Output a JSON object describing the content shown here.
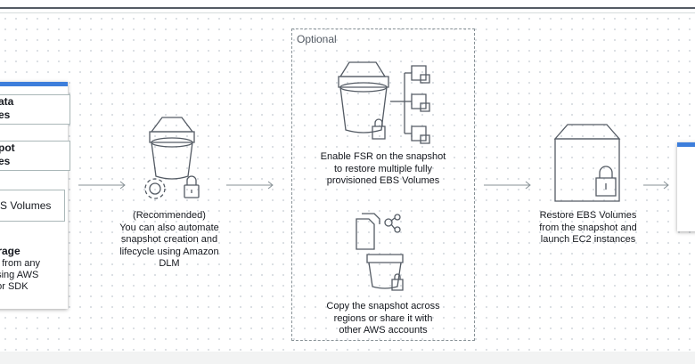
{
  "diagram": {
    "left_card": {
      "box1": "ata\nes",
      "box2": "pot\nes",
      "box3": "BS Volumes",
      "storage_title": "orage",
      "storage_lines": [
        "ot from any",
        " using AWS",
        ", or SDK"
      ]
    },
    "step_dlm": {
      "caption": "(Recommended)\nYou can also automate\nsnapshot creation and\nlifecycle using Amazon\nDLM"
    },
    "optional": {
      "label": "Optional",
      "fsr_caption": "Enable FSR on the snapshot\nto restore multiple fully\nprovisioned EBS Volumes",
      "copy_caption": "Copy the snapshot across\nregions or share it with\nother AWS accounts"
    },
    "step_restore": {
      "caption": "Restore EBS Volumes\nfrom the snapshot and\nlaunch EC2 instances"
    },
    "icons": [
      "bucket-gear-lock-icon",
      "bucket-tree-locks-icon",
      "document-bucket-lock-icon",
      "box-lock-icon",
      "arrow-icon"
    ],
    "colors": {
      "accent_blue": "#3d7edb",
      "icon_stroke": "#545b64",
      "arrow": "#879196",
      "border": "#aab7b8"
    }
  }
}
